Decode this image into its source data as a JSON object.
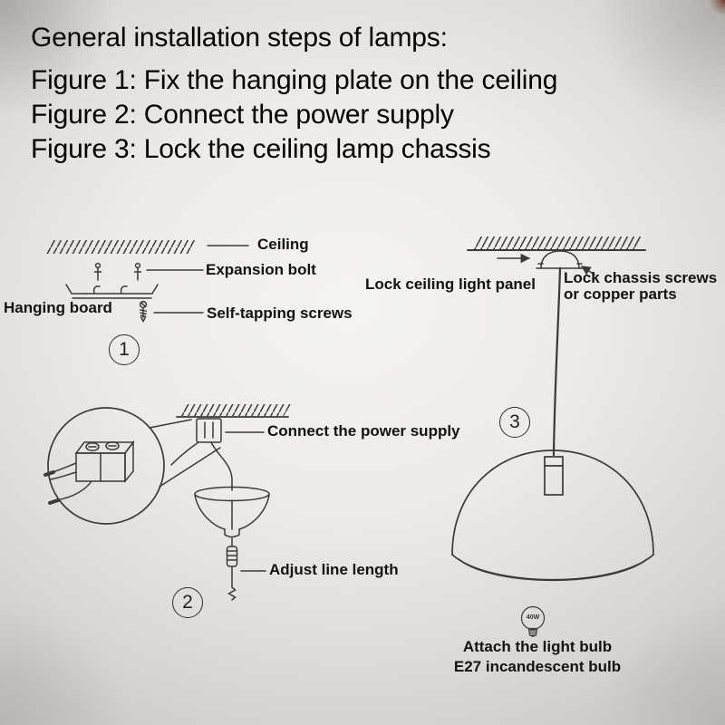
{
  "page": {
    "background": "#ece9e6",
    "ink": "#3a3a3a"
  },
  "header": {
    "lines": [
      "General installation steps of lamps:",
      "Figure 1: Fix the hanging plate on the ceiling",
      "Figure 2: Connect the power supply",
      "Figure 3: Lock the ceiling lamp chassis"
    ]
  },
  "figure1": {
    "number": "1",
    "ceiling_label": "Ceiling",
    "expansion_bolt_label": "Expansion bolt",
    "hanging_board_label": "Hanging board",
    "self_tapping_label": "Self-tapping screws"
  },
  "figure2": {
    "number": "2",
    "connect_label": "Connect the power supply",
    "adjust_label": "Adjust line length"
  },
  "figure3": {
    "number": "3",
    "lock_panel_label": "Lock ceiling light panel",
    "chassis_label_line1": "Lock chassis screws",
    "chassis_label_line2": "or copper parts",
    "bulb_wattage": "40W",
    "attach_label_line1": "Attach the light bulb",
    "attach_label_line2": "E27 incandescent bulb"
  }
}
